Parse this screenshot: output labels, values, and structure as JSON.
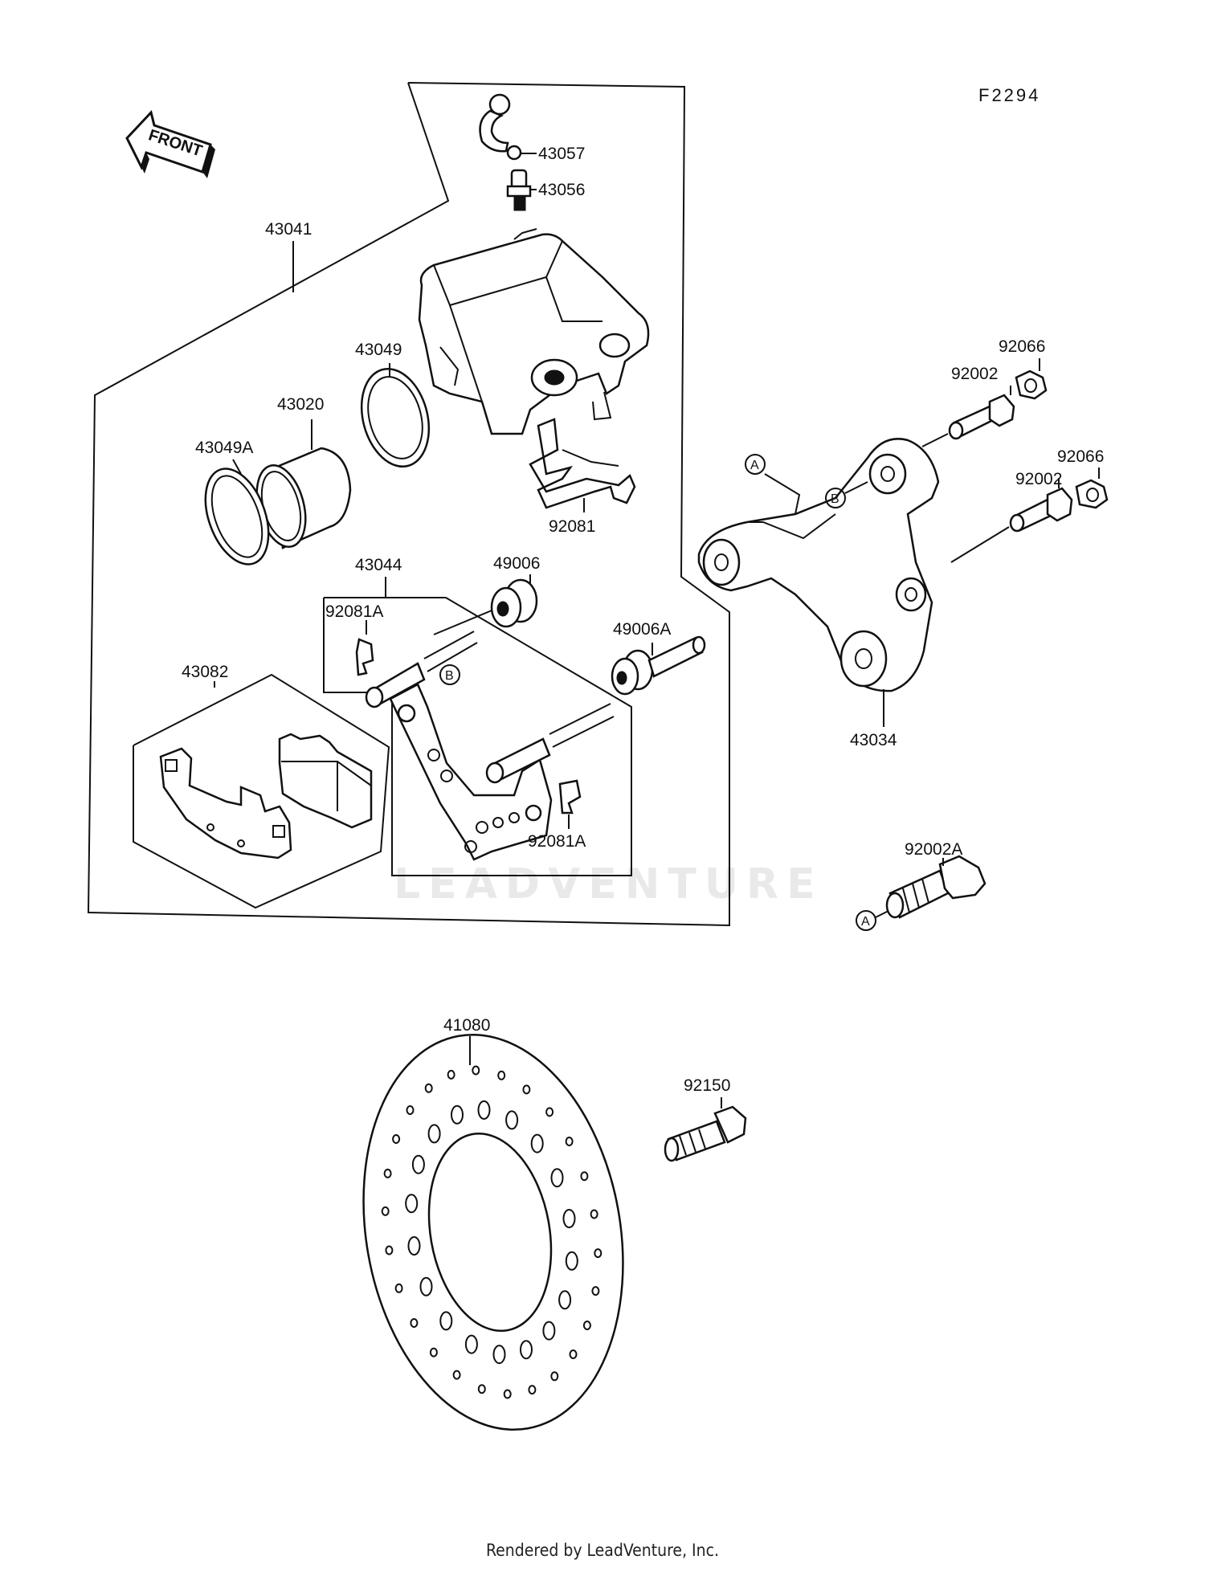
{
  "diagram": {
    "code": "F2294",
    "front_label": "FRONT",
    "watermark": "LEADVENTURE",
    "parts": {
      "p43057": "43057",
      "p43056": "43056",
      "p43041": "43041",
      "p43049": "43049",
      "p43020": "43020",
      "p43049a": "43049A",
      "p92081": "92081",
      "p43044": "43044",
      "p49006": "49006",
      "p92081a_top": "92081A",
      "p49006a": "49006A",
      "p43082": "43082",
      "p92081a_bottom": "92081A",
      "p92066_top": "92066",
      "p92002_top": "92002",
      "p92066_mid": "92066",
      "p92002_mid": "92002",
      "p43034": "43034",
      "p92002a": "92002A",
      "p41080": "41080",
      "p92150": "92150"
    },
    "callouts": {
      "a": "A",
      "b": "B"
    }
  },
  "footer": {
    "text": "Rendered by LeadVenture, Inc."
  }
}
